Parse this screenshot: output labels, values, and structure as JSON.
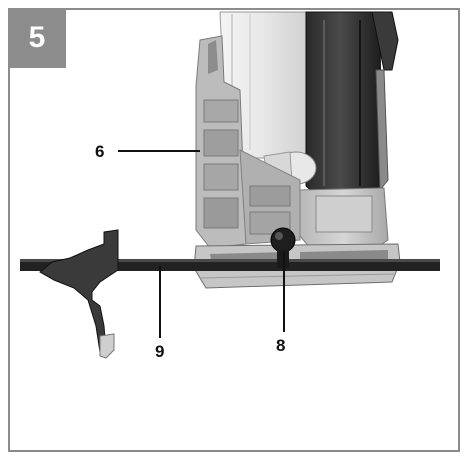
{
  "figure": {
    "number": "5"
  },
  "callouts": [
    {
      "id": "6",
      "text": "6"
    },
    {
      "id": "9",
      "text": "9"
    },
    {
      "id": "8",
      "text": "8"
    }
  ],
  "colors": {
    "frame": "#8c8c8c",
    "badge_bg": "#8c8c8c",
    "badge_text": "#ffffff",
    "label_text": "#111111"
  }
}
